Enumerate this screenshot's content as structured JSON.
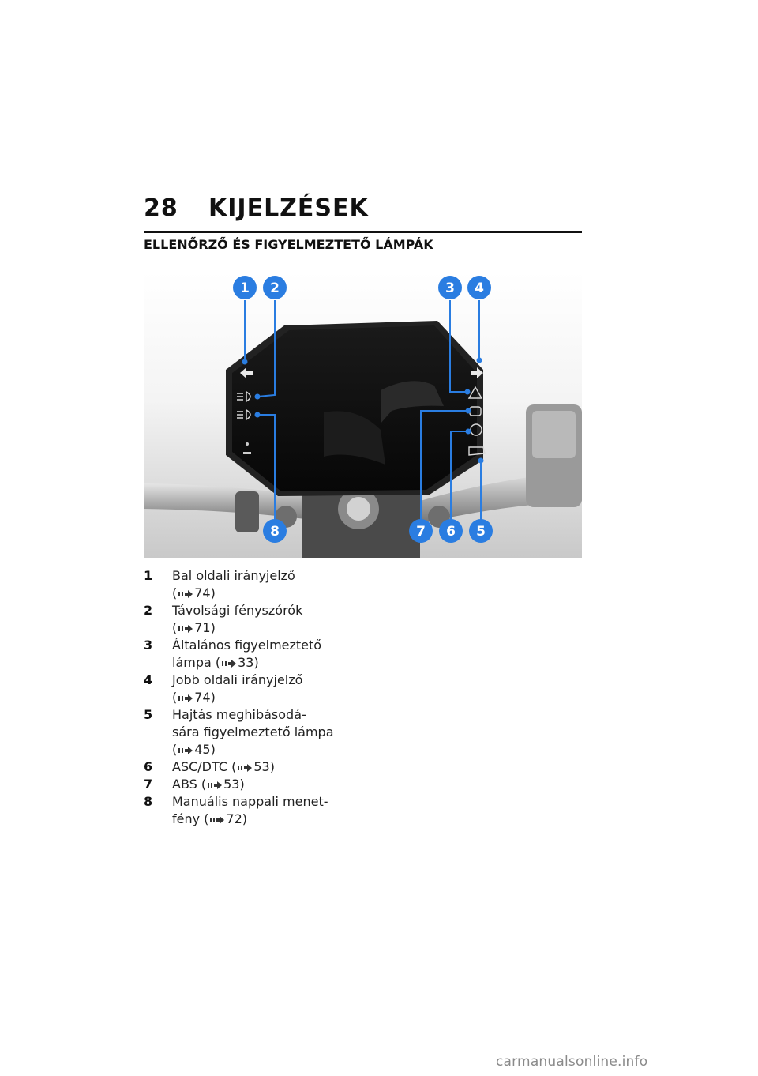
{
  "header": {
    "page_number": "28",
    "chapter_title": "KIJELZÉSEK",
    "section_title": "ELLENŐRZŐ ÉS FIGYELMEZTETŐ LÁMPÁK"
  },
  "figure": {
    "callouts": [
      "1",
      "2",
      "3",
      "4",
      "5",
      "6",
      "7",
      "8"
    ]
  },
  "legend": [
    {
      "num": "1",
      "line1": "Bal oldali irányjelző",
      "line2": "",
      "ref_pre": "(",
      "ref": "74)"
    },
    {
      "num": "2",
      "line1": "Távolsági fényszórók",
      "line2": "",
      "ref_pre": "(",
      "ref": "71)"
    },
    {
      "num": "3",
      "line1": "Általános figyelmeztető",
      "line2": "",
      "ref_pre": "lámpa  (",
      "ref": "33)"
    },
    {
      "num": "4",
      "line1": "Jobb oldali irányjelző",
      "line2": "",
      "ref_pre": "(",
      "ref": "74)"
    },
    {
      "num": "5",
      "line1": "Hajtás meghibásodá-",
      "line2": "sára figyelmeztető lámpa",
      "ref_pre": "(",
      "ref": "45)"
    },
    {
      "num": "6",
      "line1": "",
      "line2": "",
      "ref_pre": "ASC/DTC  (",
      "ref": "53)"
    },
    {
      "num": "7",
      "line1": "",
      "line2": "",
      "ref_pre": "ABS  (",
      "ref": "53)"
    },
    {
      "num": "8",
      "line1": "Manuális nappali menet-",
      "line2": "",
      "ref_pre": "fény  (",
      "ref": "72)"
    }
  ],
  "footer": {
    "watermark": "carmanualsonline.info"
  },
  "colors": {
    "callout_blue": "#2a7de1",
    "display_bg": "#0c0c0c"
  }
}
